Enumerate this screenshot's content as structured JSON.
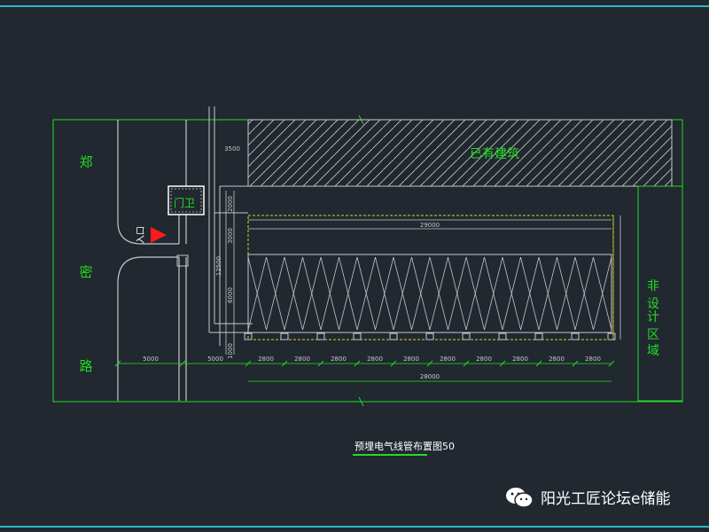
{
  "colors": {
    "background": "#212830",
    "green": "#22dd22",
    "gray": "#c8c8c8",
    "white": "#ffffff",
    "yellow": "#e0d020",
    "arrow": "#ff1a1a",
    "frame": "#2fb7c6"
  },
  "labels": {
    "road_name": [
      "郑",
      "密",
      "路"
    ],
    "existing_building": "已有建筑",
    "non_design_area": [
      "非",
      "设",
      "计",
      "区",
      "域"
    ],
    "gatehouse": "门卫",
    "entrance": "入口",
    "drawing_title": "预埋电气线管布置图",
    "title_scale_suffix": "50"
  },
  "dimensions": {
    "bay_widths": [
      "2800",
      "2800",
      "2800",
      "2800",
      "2800",
      "2800",
      "2800",
      "2800",
      "2800",
      "2800"
    ],
    "total_width": "28000",
    "left_dim_1": "5000",
    "left_dim_2": "5000",
    "vertical_total": "12500",
    "vertical_dims": [
      "2000",
      "3000",
      "6000",
      "1000"
    ],
    "top_inner_dim": "29000",
    "small_top": "3500"
  },
  "watermark": {
    "icon": "wechat-icon",
    "text": "阳光工匠论坛e储能"
  }
}
